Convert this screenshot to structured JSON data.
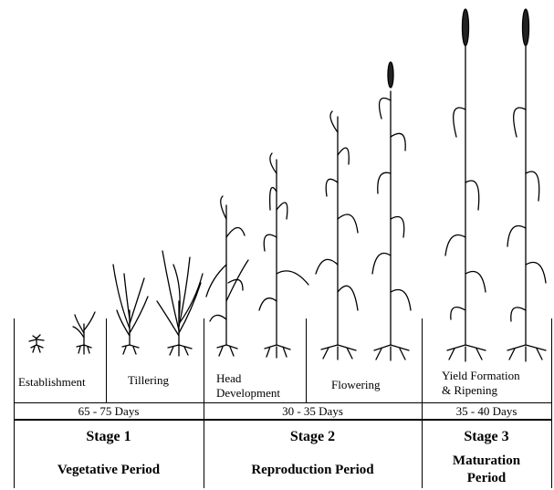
{
  "substages": [
    {
      "label": "Establishment"
    },
    {
      "label": "Tillering"
    },
    {
      "label_line1": "Head",
      "label_line2": "Development"
    },
    {
      "label": "Flowering"
    },
    {
      "label_line1": "Yield Formation",
      "label_line2": "& Ripening"
    }
  ],
  "durations": [
    "65 - 75 Days",
    "30 - 35 Days",
    "35 - 40 Days"
  ],
  "stages": [
    {
      "title": "Stage 1",
      "subtitle": "Vegetative Period"
    },
    {
      "title": "Stage 2",
      "subtitle": "Reproduction Period"
    },
    {
      "title": "Stage 3",
      "subtitle_line1": "Maturation",
      "subtitle_line2": "Period"
    }
  ]
}
